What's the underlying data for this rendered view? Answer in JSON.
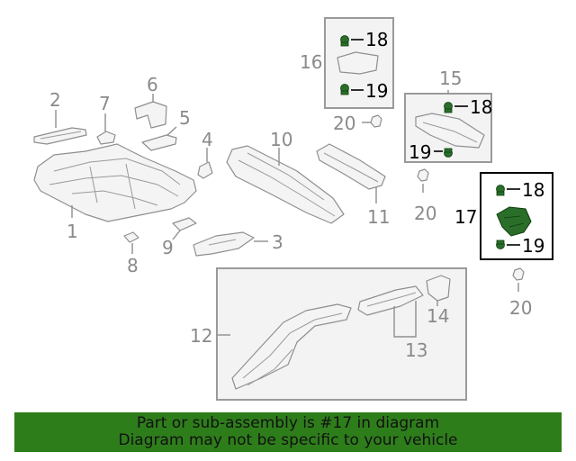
{
  "callouts": {
    "c1": "1",
    "c2": "2",
    "c3": "3",
    "c4": "4",
    "c5": "5",
    "c6": "6",
    "c7": "7",
    "c8": "8",
    "c9": "9",
    "c10": "10",
    "c11": "11",
    "c12": "12",
    "c13": "13",
    "c14": "14",
    "c15": "15",
    "c16": "16",
    "c17": "17",
    "c18a": "18",
    "c18b": "18",
    "c18c": "18",
    "c19a": "19",
    "c19b": "19",
    "c19c": "19",
    "c20a": "20",
    "c20b": "20",
    "c20c": "20"
  },
  "highlighted_part": "17",
  "colors": {
    "banner": "#2e7d1b",
    "highlight_fastener": "#2a6e2a",
    "callout_grey": "#8a8a8a"
  },
  "banner": {
    "line1": "Part or sub-assembly is #17 in diagram",
    "line2": "Diagram may not be specific to your vehicle"
  }
}
